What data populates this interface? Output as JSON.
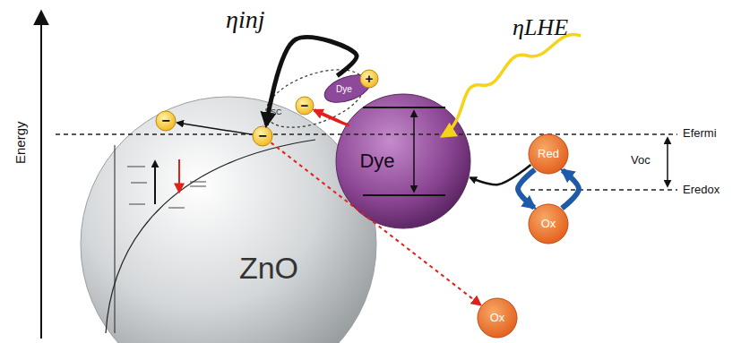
{
  "diagram": {
    "nodes": [
      {
        "text": [
          "ZnO"
        ]
      },
      {
        "text": [
          "−"
        ],
        "in": 0
      },
      {
        "text": [
          "−"
        ],
        "in": 0
      },
      {
        "text": [
          "Dye"
        ]
      },
      {
        "text": [
          "SC"
        ]
      },
      {
        "text": [
          "Dye"
        ],
        "in": 4
      },
      {
        "text": [
          "+"
        ],
        "in": 5
      },
      {
        "text": [
          "−"
        ],
        "in": 4
      },
      {
        "text": [
          "Red"
        ]
      },
      {
        "text": [
          "Ox"
        ]
      },
      {
        "text": [
          "Ox"
        ]
      }
    ],
    "edges": [
      {
        "from": 2,
        "to": 1,
        "arrow": "to"
      },
      {
        "from": 4,
        "to": 2,
        "arrow": "to"
      },
      {
        "from": 3,
        "to": 7,
        "arrow": "to"
      },
      {
        "from": 2,
        "to": 10,
        "arrow": "to"
      },
      {
        "from": 8,
        "to": 9,
        "arrow": "to"
      },
      {
        "from": 9,
        "to": 8,
        "arrow": "to"
      },
      {
        "from": 8,
        "to": 3,
        "arrow": "to"
      }
    ],
    "labels": [
      "Energy",
      "ηinj",
      "ηLHE",
      "Efermi",
      "Eredox",
      "Voc"
    ]
  }
}
